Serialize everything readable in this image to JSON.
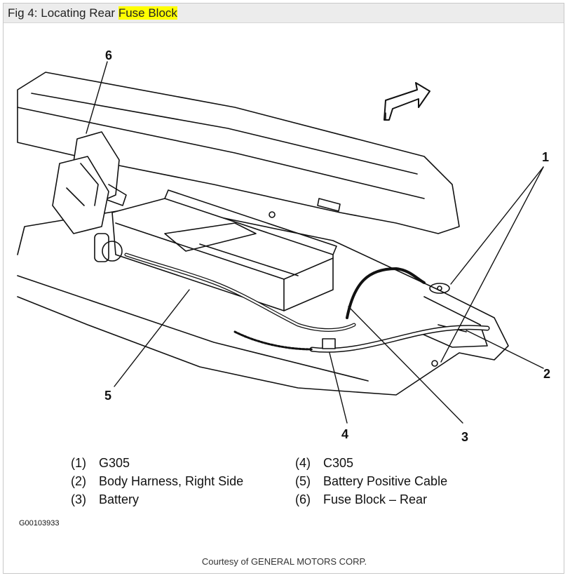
{
  "title": {
    "prefix": "Fig 4: Locating Rear ",
    "highlight": "Fuse Block"
  },
  "callouts": [
    "6",
    "1",
    "2",
    "3",
    "4",
    "5"
  ],
  "legend": {
    "left": [
      {
        "num": "(1)",
        "label": "G305"
      },
      {
        "num": "(2)",
        "label": "Body Harness, Right Side"
      },
      {
        "num": "(3)",
        "label": "Battery"
      }
    ],
    "right": [
      {
        "num": "(4)",
        "label": "C305"
      },
      {
        "num": "(5)",
        "label": "Battery Positive Cable"
      },
      {
        "num": "(6)",
        "label": "Fuse Block – Rear"
      }
    ]
  },
  "figure_id": "G00103933",
  "courtesy": "Courtesy of GENERAL MOTORS CORP.",
  "colors": {
    "highlight": "#ffff00",
    "titlebar": "#ececec"
  }
}
